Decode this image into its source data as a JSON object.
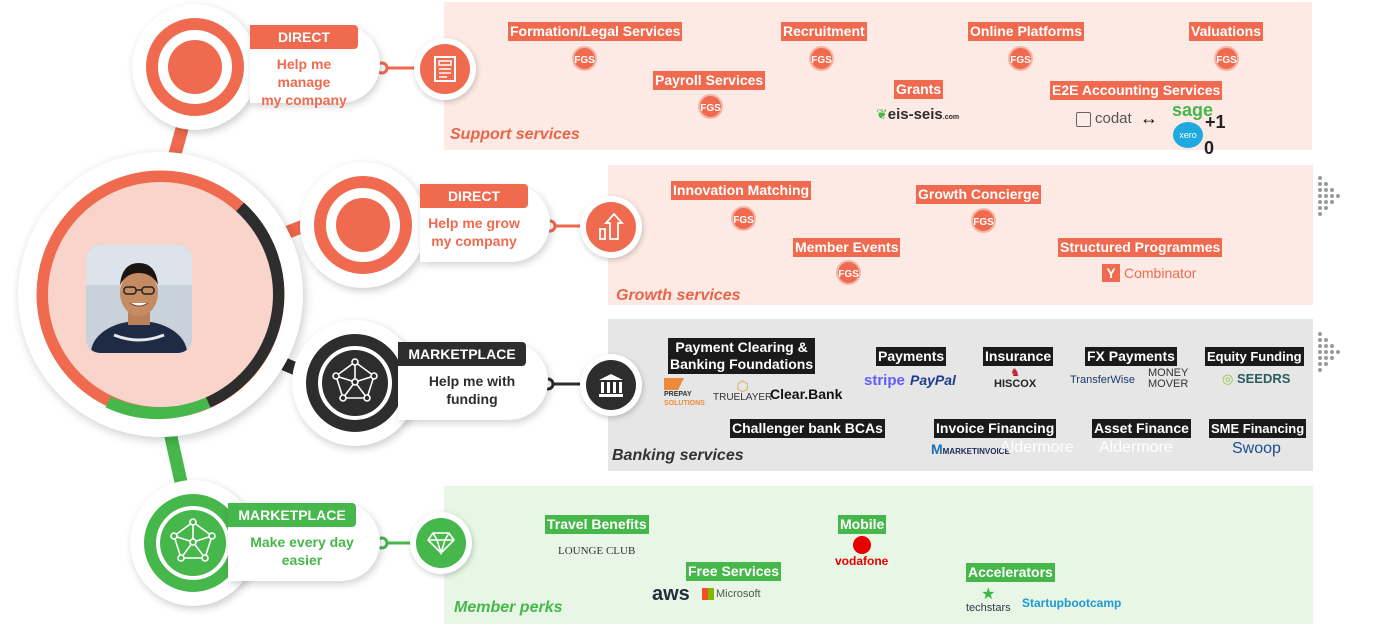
{
  "colors": {
    "orange": "#ef6a4e",
    "dark": "#2d2d2d",
    "green": "#46b74a",
    "support_bg": "#fdeae4",
    "banking_bg": "#e6e6e6",
    "perks_bg": "#e7f6e5"
  },
  "pillars": [
    {
      "tag": "DIRECT",
      "desc_line1": "Help me manage",
      "desc_line2": "my company",
      "icon": "document-icon"
    },
    {
      "tag": "DIRECT",
      "desc_line1": "Help me grow",
      "desc_line2": "my company",
      "icon": "growth-arrow-icon"
    },
    {
      "tag": "MARKETPLACE",
      "desc_line1": "Help me with",
      "desc_line2": "funding",
      "icon": "bank-icon"
    },
    {
      "tag": "MARKETPLACE",
      "desc_line1": "Make every day",
      "desc_line2": "easier",
      "icon": "diamond-icon"
    }
  ],
  "support": {
    "title": "Support services",
    "items": {
      "formation": "Formation/Legal Services",
      "recruitment": "Recruitment",
      "online": "Online Platforms",
      "valuations": "Valuations",
      "payroll": "Payroll Services",
      "grants": "Grants",
      "e2e": "E2E Accounting Services"
    },
    "fgs_label": "FGS",
    "logos": {
      "eis": "eis-seis",
      "eis_small": ".com",
      "codat": "codat",
      "arrows": "↔",
      "sage": "sage",
      "xero": "xero",
      "plus": "+1",
      "zero": "0"
    }
  },
  "growth": {
    "title": "Growth services",
    "items": {
      "innovation": "Innovation Matching",
      "concierge": "Growth Concierge",
      "events": "Member Events",
      "structured": "Structured Programmes"
    },
    "logos": {
      "y": "Y",
      "combinator": "Combinator"
    }
  },
  "banking": {
    "title": "Banking services",
    "items": {
      "clearing_l1": "Payment Clearing &",
      "clearing_l2": "Banking Foundations",
      "payments": "Payments",
      "insurance": "Insurance",
      "fx": "FX Payments",
      "equity": "Equity Funding",
      "challenger": "Challenger bank BCAs",
      "invoice": "Invoice Financing",
      "asset": "Asset Finance",
      "sme": "SME Financing"
    },
    "logos": {
      "prepay_l1": "PREPAY",
      "prepay_l2": "SOLUTIONS",
      "truelayer": "TRUELAYER",
      "clearbank": "Clear.Bank",
      "stripe": "stripe",
      "paypal": "PayPal",
      "hiscox": "HISCOX",
      "transferwise": "TransferWise",
      "money": "MONEY",
      "mover": "MOVER",
      "seedrs": "SEEDRS",
      "marketinvoice": "MARKETINVOICE",
      "aldermore1": "Aldermore",
      "aldermore2": "Aldermore",
      "swoop": "Swoop"
    }
  },
  "perks": {
    "title": "Member perks",
    "items": {
      "travel": "Travel Benefits",
      "mobile": "Mobile",
      "free": "Free Services",
      "accelerators": "Accelerators"
    },
    "logos": {
      "lounge": "LOUNGE CLUB",
      "vodafone": "vodafone",
      "aws": "aws",
      "microsoft": "Microsoft",
      "techstars": "techstars",
      "startupbootcamp": "Startupbootcamp"
    }
  }
}
